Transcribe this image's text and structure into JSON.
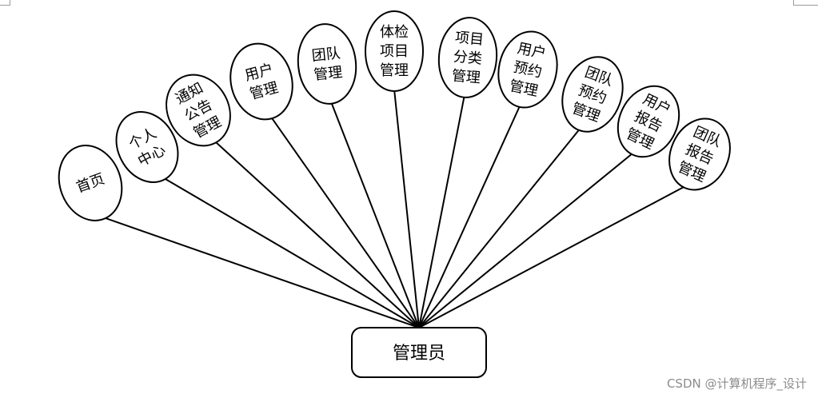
{
  "diagram": {
    "root": {
      "label": "管理员"
    },
    "nodes": [
      {
        "id": "home",
        "lines": [
          "首页"
        ]
      },
      {
        "id": "personal-center",
        "lines": [
          "个人",
          "中心"
        ]
      },
      {
        "id": "notice-management",
        "lines": [
          "通知",
          "公告",
          "管理"
        ]
      },
      {
        "id": "user-management",
        "lines": [
          "用户",
          "管理"
        ]
      },
      {
        "id": "team-management",
        "lines": [
          "团队",
          "管理"
        ]
      },
      {
        "id": "checkup-item-management",
        "lines": [
          "体检",
          "项目",
          "管理"
        ]
      },
      {
        "id": "item-category-management",
        "lines": [
          "项目",
          "分类",
          "管理"
        ]
      },
      {
        "id": "user-booking-management",
        "lines": [
          "用户",
          "预约",
          "管理"
        ]
      },
      {
        "id": "team-booking-management",
        "lines": [
          "团队",
          "预约",
          "管理"
        ]
      },
      {
        "id": "user-report-management",
        "lines": [
          "用户",
          "报告",
          "管理"
        ]
      },
      {
        "id": "team-report-management",
        "lines": [
          "团队",
          "报告",
          "管理"
        ]
      }
    ]
  },
  "watermark": "CSDN @计算机程序_设计"
}
